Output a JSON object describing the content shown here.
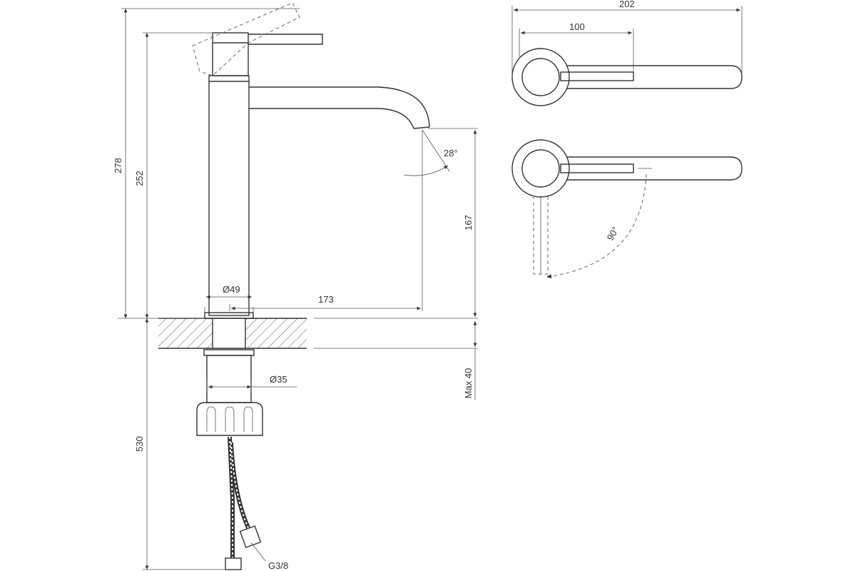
{
  "dimensions": {
    "total_height": "278",
    "body_height": "252",
    "base_diameter": "Ø49",
    "reach": "173",
    "spout_height": "167",
    "spout_angle": "28°",
    "counter_thickness": "Max 40",
    "shank_diameter": "Ø35",
    "hose_length": "530",
    "hose_thread": "G3/8",
    "handle_total_length": "202",
    "handle_length": "100",
    "handle_rotation": "90°"
  }
}
